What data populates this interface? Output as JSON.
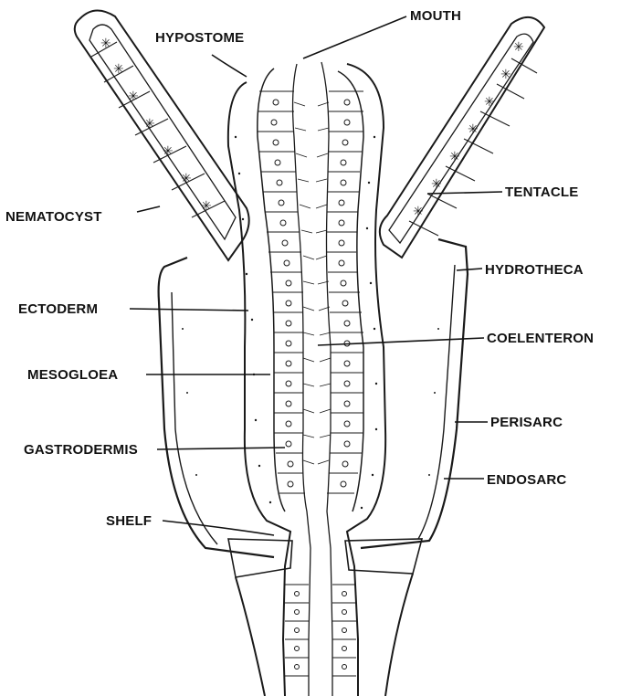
{
  "labels": {
    "mouth": "MOUTH",
    "hypostome": "HYPOSTOME",
    "tentacle": "TENTACLE",
    "nematocyst": "NEMATOCYST",
    "hydrotheca": "HYDROTHECA",
    "ectoderm": "ECTODERM",
    "coelenteron": "COELENTERON",
    "mesogloea": "MESOGLOEA",
    "perisarc": "PERISARC",
    "gastrodermis": "GASTRODERMIS",
    "endosarc": "ENDOSARC",
    "shelf": "SHELF"
  },
  "colors": {
    "ink": "#1a1a1a",
    "paper": "#ffffff"
  }
}
